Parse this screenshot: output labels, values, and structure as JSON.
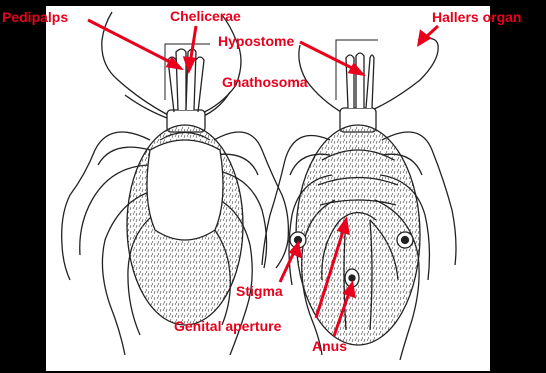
{
  "colors": {
    "background": "#000000",
    "panel": "#ffffff",
    "label": "#e8001c",
    "ink": "#222222"
  },
  "labels": {
    "pedipalps": "Pedipalps",
    "chelicerae": "Chelicerae",
    "hallers_organ": "Hallers organ",
    "hypostome": "Hypostome",
    "gnathosoma": "Gnathosoma",
    "stigma": "Stigma",
    "genital_aperture": "Genital aperture",
    "anus": "Anus"
  },
  "views": [
    "dorsal-view",
    "ventral-view"
  ]
}
